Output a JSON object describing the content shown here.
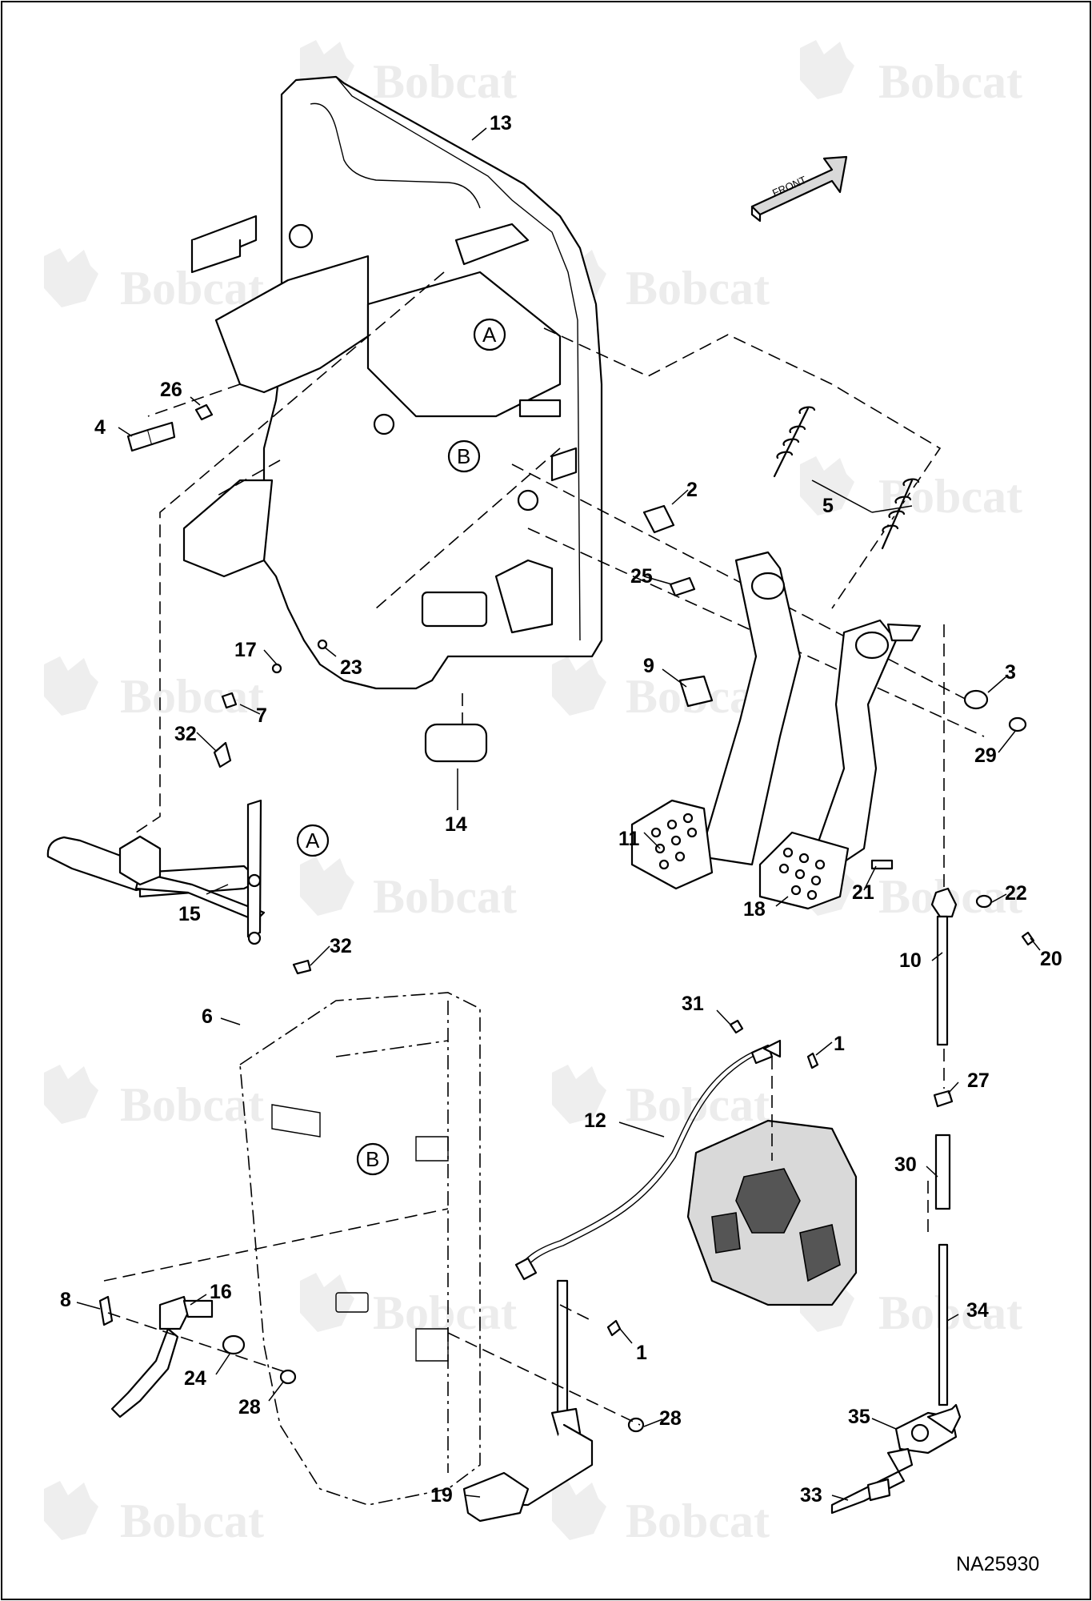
{
  "watermark": {
    "text": "Bobcat"
  },
  "front_arrow": {
    "label": "FRONT"
  },
  "drawing_number": "NA25930",
  "callouts": [
    {
      "id": "c13",
      "label": "13"
    },
    {
      "id": "c26",
      "label": "26"
    },
    {
      "id": "c4",
      "label": "4"
    },
    {
      "id": "c2",
      "label": "2"
    },
    {
      "id": "c5",
      "label": "5"
    },
    {
      "id": "c25",
      "label": "25"
    },
    {
      "id": "c17",
      "label": "17"
    },
    {
      "id": "c23",
      "label": "23"
    },
    {
      "id": "c7",
      "label": "7"
    },
    {
      "id": "c9",
      "label": "9"
    },
    {
      "id": "c3",
      "label": "3"
    },
    {
      "id": "c29",
      "label": "29"
    },
    {
      "id": "c32a",
      "label": "32"
    },
    {
      "id": "c14",
      "label": "14"
    },
    {
      "id": "c11",
      "label": "11"
    },
    {
      "id": "c15",
      "label": "15"
    },
    {
      "id": "c21",
      "label": "21"
    },
    {
      "id": "c22",
      "label": "22"
    },
    {
      "id": "c18",
      "label": "18"
    },
    {
      "id": "c20",
      "label": "20"
    },
    {
      "id": "c32b",
      "label": "32"
    },
    {
      "id": "c10",
      "label": "10"
    },
    {
      "id": "c6",
      "label": "6"
    },
    {
      "id": "c31",
      "label": "31"
    },
    {
      "id": "c1a",
      "label": "1"
    },
    {
      "id": "c27",
      "label": "27"
    },
    {
      "id": "c12",
      "label": "12"
    },
    {
      "id": "c30",
      "label": "30"
    },
    {
      "id": "c16",
      "label": "16"
    },
    {
      "id": "c8",
      "label": "8"
    },
    {
      "id": "c34",
      "label": "34"
    },
    {
      "id": "c1b",
      "label": "1"
    },
    {
      "id": "c24",
      "label": "24"
    },
    {
      "id": "c28a",
      "label": "28"
    },
    {
      "id": "c28b",
      "label": "28"
    },
    {
      "id": "c35",
      "label": "35"
    },
    {
      "id": "c19",
      "label": "19"
    },
    {
      "id": "c33",
      "label": "33"
    }
  ],
  "reference_markers": [
    {
      "id": "refA1",
      "label": "A"
    },
    {
      "id": "refB1",
      "label": "B"
    },
    {
      "id": "refA2",
      "label": "A"
    },
    {
      "id": "refB2",
      "label": "B"
    }
  ]
}
